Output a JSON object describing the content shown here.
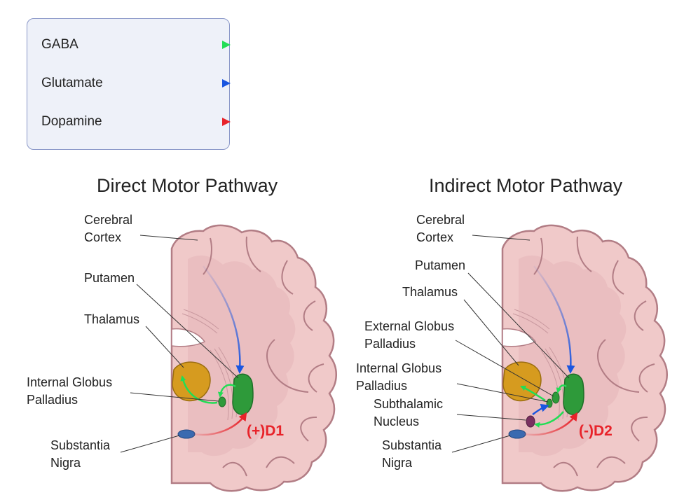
{
  "legend": {
    "items": [
      {
        "label": "GABA",
        "color": "#22dd55"
      },
      {
        "label": "Glutamate",
        "color": "#1a56e0"
      },
      {
        "label": "Dopamine",
        "color": "#e8232a"
      }
    ]
  },
  "direct": {
    "title": "Direct Motor Pathway",
    "labels": {
      "cortex": [
        "Cerebral",
        "Cortex"
      ],
      "putamen": "Putamen",
      "thalamus": "Thalamus",
      "gpi": [
        "Internal Globus",
        "Palladius"
      ],
      "sn": [
        "Substantia",
        "Nigra"
      ]
    },
    "receptor": "(+)D1"
  },
  "indirect": {
    "title": "Indirect Motor Pathway",
    "labels": {
      "cortex": [
        "Cerebral",
        "Cortex"
      ],
      "putamen": "Putamen",
      "thalamus": "Thalamus",
      "gpe": [
        "External Globus",
        "Palladius"
      ],
      "gpi": [
        "Internal Globus",
        "Palladius"
      ],
      "stn": [
        "Subthalamic",
        "Nucleus"
      ],
      "sn": [
        "Substantia",
        "Nigra"
      ]
    },
    "receptor": "(-)D2"
  },
  "colors": {
    "brain_fill": "#f0c9c9",
    "brain_outline": "#b27d85",
    "thalamus": "#d69b1f",
    "putamen": "#2e9a3a",
    "substantia_nigra": "#3a6ab0",
    "subthalamic": "#7a3060"
  }
}
